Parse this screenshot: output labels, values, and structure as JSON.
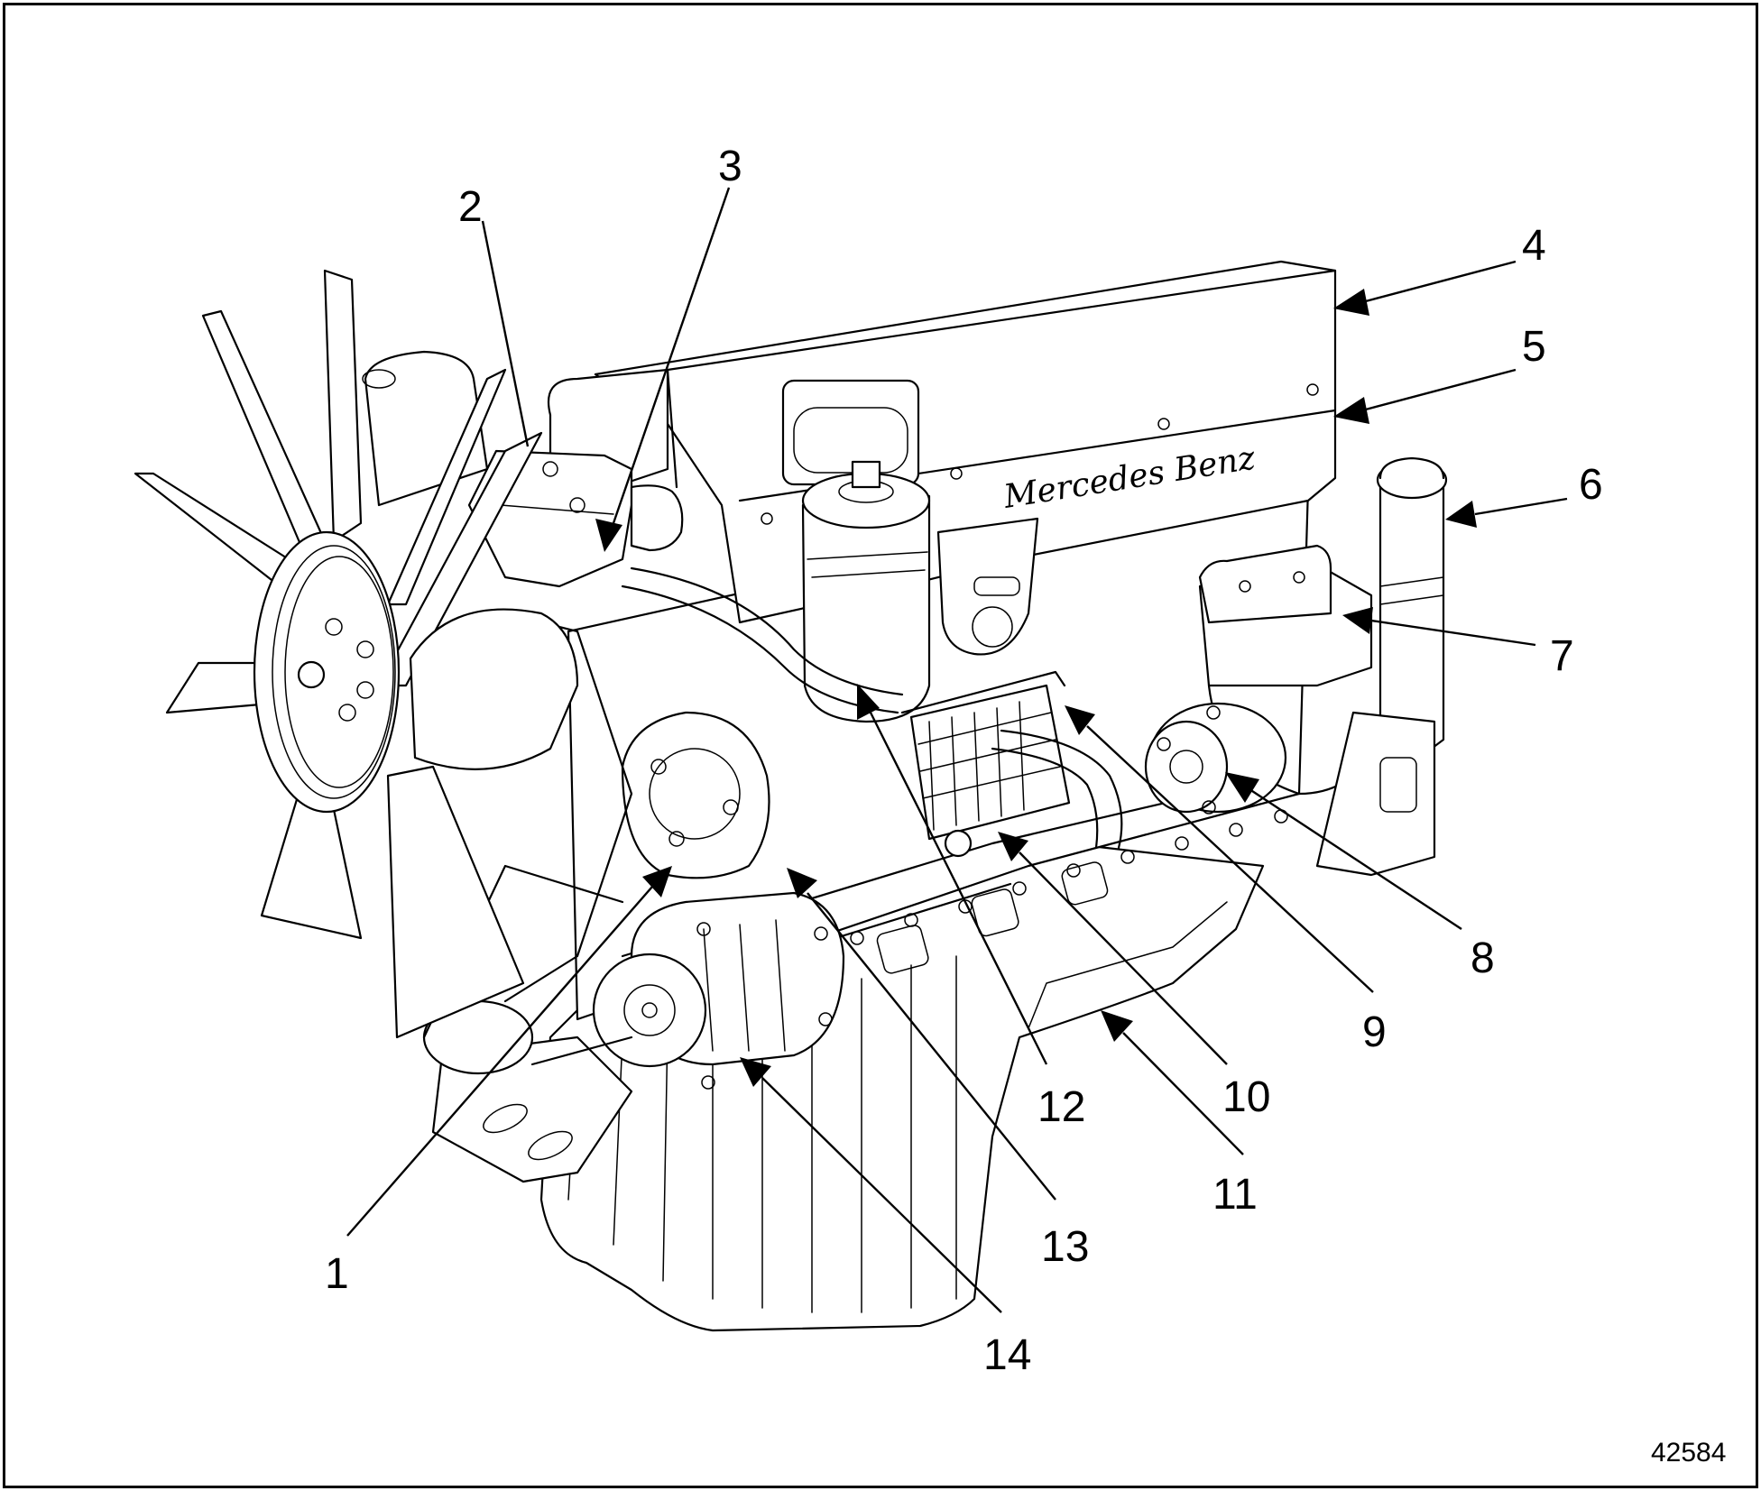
{
  "brand_text": "Mercedes Benz",
  "figure_number": "42584",
  "callouts": [
    {
      "id": 1,
      "label": "1"
    },
    {
      "id": 2,
      "label": "2"
    },
    {
      "id": 3,
      "label": "3"
    },
    {
      "id": 4,
      "label": "4"
    },
    {
      "id": 5,
      "label": "5"
    },
    {
      "id": 6,
      "label": "6"
    },
    {
      "id": 7,
      "label": "7"
    },
    {
      "id": 8,
      "label": "8"
    },
    {
      "id": 9,
      "label": "9"
    },
    {
      "id": 10,
      "label": "10"
    },
    {
      "id": 11,
      "label": "11"
    },
    {
      "id": 12,
      "label": "12"
    },
    {
      "id": 13,
      "label": "13"
    },
    {
      "id": 14,
      "label": "14"
    }
  ]
}
